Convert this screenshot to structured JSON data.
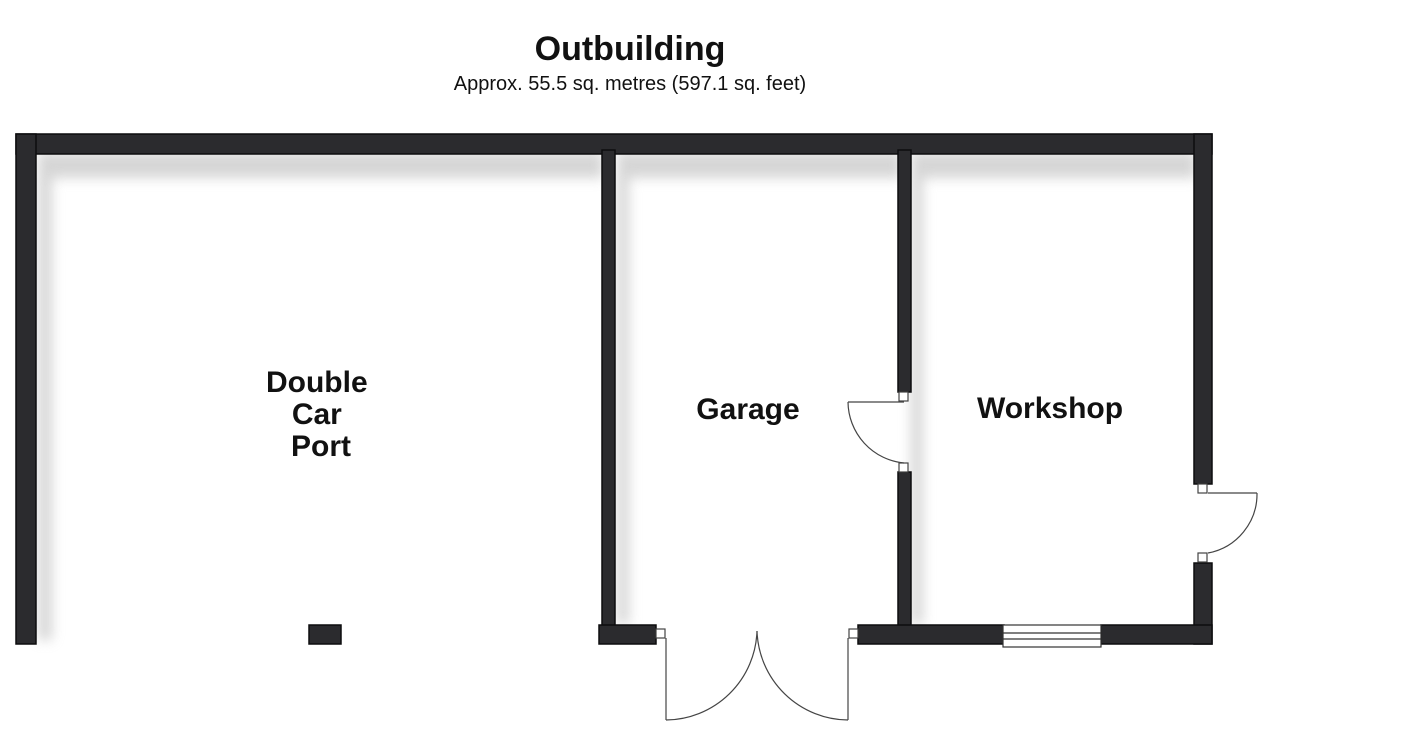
{
  "plan": {
    "title": "Outbuilding",
    "subtitle": "Approx. 55.5 sq. metres (597.1 sq. feet)",
    "rooms": {
      "car_port": [
        "Double",
        "Car",
        "Port"
      ],
      "garage": "Garage",
      "workshop": "Workshop"
    },
    "colors": {
      "wall": "#2b2b2e",
      "wall_edge": "#0d0d0e",
      "shadow": "#c8c8c8",
      "door_line": "#444444"
    }
  }
}
